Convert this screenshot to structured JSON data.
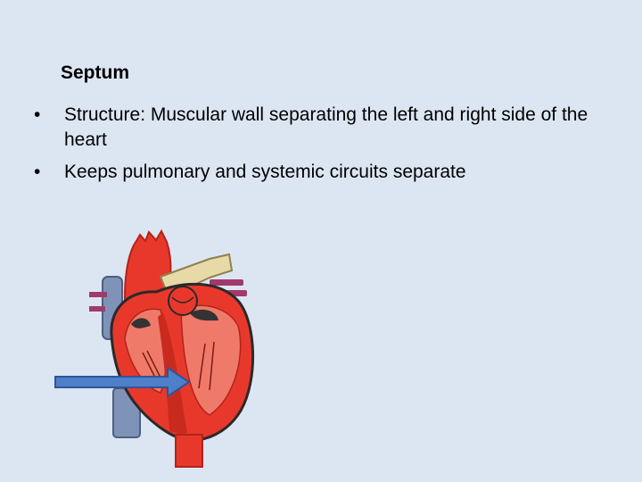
{
  "slide": {
    "title": "Septum",
    "bullets": [
      "Structure: Muscular wall separating the left and right side of the heart",
      "Keeps pulmonary and systemic circuits separate"
    ],
    "bullet_glyph": "•"
  },
  "figure": {
    "illustration": "heart-cross-section",
    "pointer": "arrow-right",
    "colors": {
      "background": "#dce6f2",
      "heart_red": "#e8382c",
      "heart_dark": "#b22418",
      "vein_blue": "#7f93b8",
      "aorta_tan": "#e8d9a8",
      "pulmonary_magenta": "#a03a6a",
      "arrow_fill": "#4f7fc8",
      "arrow_stroke": "#2f5597"
    }
  }
}
